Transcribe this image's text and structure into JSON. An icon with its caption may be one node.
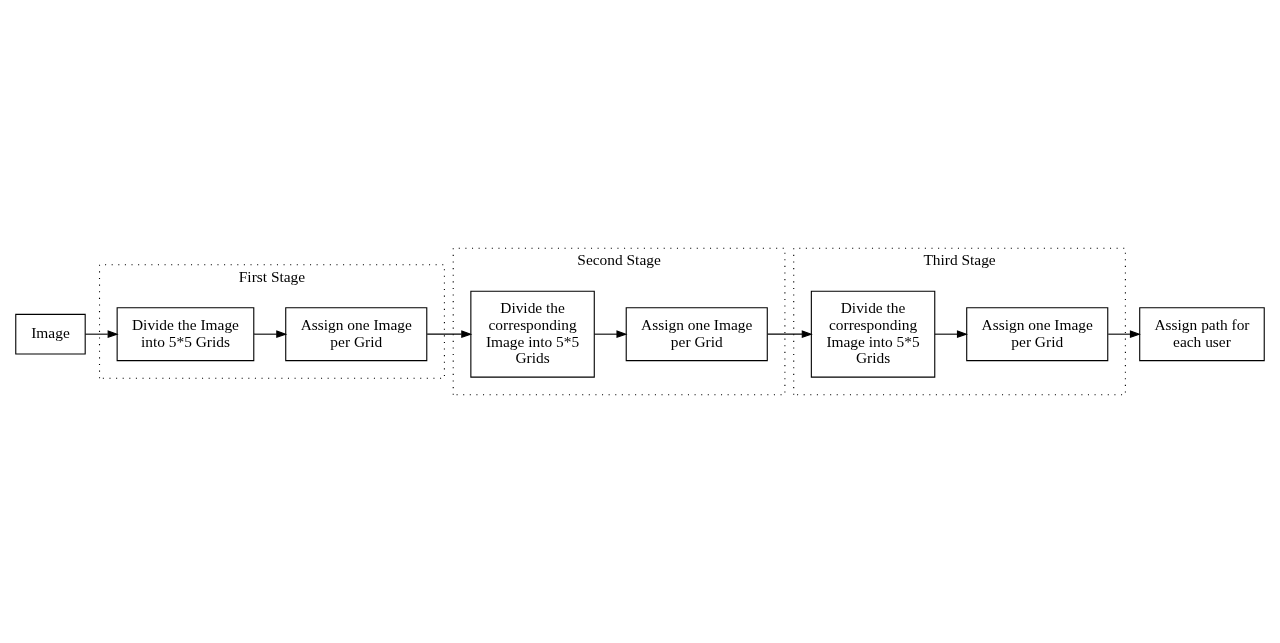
{
  "diagram": {
    "nodes": [
      {
        "text": [
          "Image"
        ]
      },
      {
        "text": [
          "First Stage"
        ]
      },
      {
        "text": [
          "Divide the Image into 5*5 Grids"
        ],
        "in": 1
      },
      {
        "text": [
          "Assign one Image per Grid"
        ],
        "in": 1
      },
      {
        "text": [
          "Second Stage"
        ]
      },
      {
        "text": [
          "Divide the corresponding Image into 5*5 Grids"
        ],
        "in": 4
      },
      {
        "text": [
          "Assign one Image per Grid"
        ],
        "in": 4
      },
      {
        "text": [
          "Third Stage"
        ]
      },
      {
        "text": [
          "Divide the corresponding Image into 5*5 Grids"
        ],
        "in": 7
      },
      {
        "text": [
          "Assign one Image per Grid"
        ],
        "in": 7
      },
      {
        "text": [
          "Assign path for each user"
        ]
      }
    ],
    "edges": [
      {
        "from": 0,
        "to": 2,
        "arrow": "to"
      },
      {
        "from": 2,
        "to": 3,
        "arrow": "to"
      },
      {
        "from": 3,
        "to": 5,
        "arrow": "to"
      },
      {
        "from": 5,
        "to": 6,
        "arrow": "to"
      },
      {
        "from": 6,
        "to": 8,
        "arrow": "to"
      },
      {
        "from": 8,
        "to": 9,
        "arrow": "to"
      },
      {
        "from": 9,
        "to": 10,
        "arrow": "to"
      }
    ]
  }
}
